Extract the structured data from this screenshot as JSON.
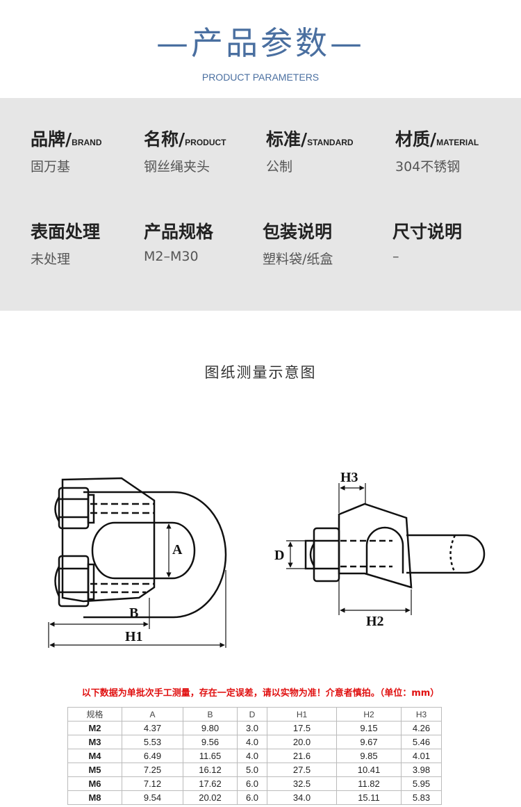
{
  "header": {
    "title": "—产品参数—",
    "subtitle": "PRODUCT PARAMETERS"
  },
  "params": [
    {
      "label": "品牌",
      "label_en": "BRAND",
      "value": "固万基"
    },
    {
      "label": "名称",
      "label_en": "PRODUCT",
      "value": "钢丝绳夹头"
    },
    {
      "label": "标准",
      "label_en": "STANDARD",
      "value": "公制"
    },
    {
      "label": "材质",
      "label_en": "MATERIAL",
      "value": "304不锈钢"
    },
    {
      "label": "表面处理",
      "label_en": "",
      "value": "未处理"
    },
    {
      "label": "产品规格",
      "label_en": "",
      "value": "M2–M30"
    },
    {
      "label": "包装说明",
      "label_en": "",
      "value": "塑料袋/纸盒"
    },
    {
      "label": "尺寸说明",
      "label_en": "",
      "value": "–"
    }
  ],
  "diagram": {
    "title": "图纸测量示意图",
    "labels": {
      "A": "A",
      "B": "B",
      "H1": "H1",
      "H2": "H2",
      "H3": "H3",
      "D": "D"
    }
  },
  "notice": "以下数据为单批次手工测量，存在一定误差，请以实物为准！介意者慎拍。（单位：mm）",
  "table": {
    "headers": [
      "规格",
      "A",
      "B",
      "D",
      "H1",
      "H2",
      "H3"
    ],
    "rows": [
      [
        "M2",
        "4.37",
        "9.80",
        "3.0",
        "17.5",
        "9.15",
        "4.26"
      ],
      [
        "M3",
        "5.53",
        "9.56",
        "4.0",
        "20.0",
        "9.67",
        "5.46"
      ],
      [
        "M4",
        "6.49",
        "11.65",
        "4.0",
        "21.6",
        "9.85",
        "4.01"
      ],
      [
        "M5",
        "7.25",
        "16.12",
        "5.0",
        "27.5",
        "10.41",
        "3.98"
      ],
      [
        "M6",
        "7.12",
        "17.62",
        "6.0",
        "32.5",
        "11.82",
        "5.95"
      ],
      [
        "M8",
        "9.54",
        "20.02",
        "6.0",
        "34.0",
        "15.11",
        "5.83"
      ]
    ]
  },
  "colors": {
    "accent": "#4a6fa0",
    "panel": "#e6e6e6",
    "notice": "#e01010"
  }
}
